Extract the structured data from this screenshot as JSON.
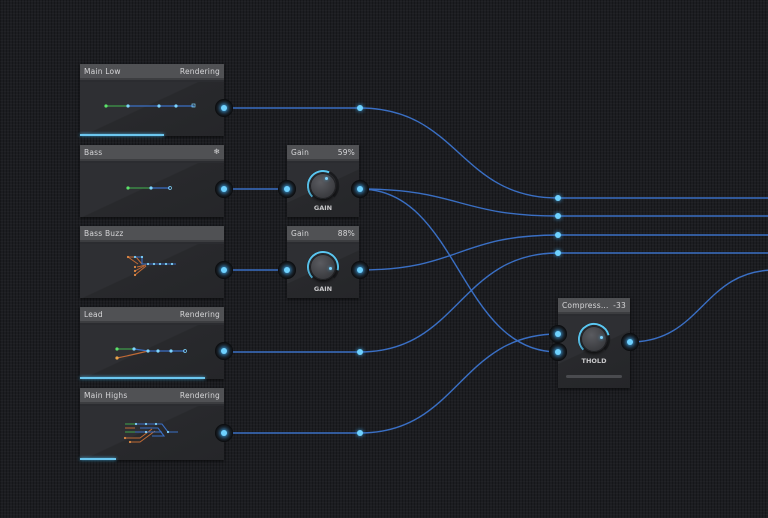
{
  "canvas": {
    "wire_color": "#3a6fc4",
    "port_color": "#6fd2ff",
    "accent": "#6cc7ef"
  },
  "tracks": [
    {
      "name": "Main Low",
      "status": "Rendering",
      "status_icon": null,
      "progress": 0.58
    },
    {
      "name": "Bass",
      "status": "",
      "status_icon": "freeze-icon",
      "progress": 0
    },
    {
      "name": "Bass Buzz",
      "status": "",
      "status_icon": null,
      "progress": 0
    },
    {
      "name": "Lead",
      "status": "Rendering",
      "status_icon": null,
      "progress": 0.87
    },
    {
      "name": "Main Highs",
      "status": "Rendering",
      "status_icon": null,
      "progress": 0.25
    }
  ],
  "effects": [
    {
      "name": "Gain",
      "value": "59%",
      "knob_label": "GAIN",
      "knob_level": 0.59
    },
    {
      "name": "Gain",
      "value": "88%",
      "knob_label": "GAIN",
      "knob_level": 0.88
    },
    {
      "name": "Compress...",
      "value": "-33",
      "knob_label": "THOLD",
      "knob_level": 0.78
    }
  ]
}
